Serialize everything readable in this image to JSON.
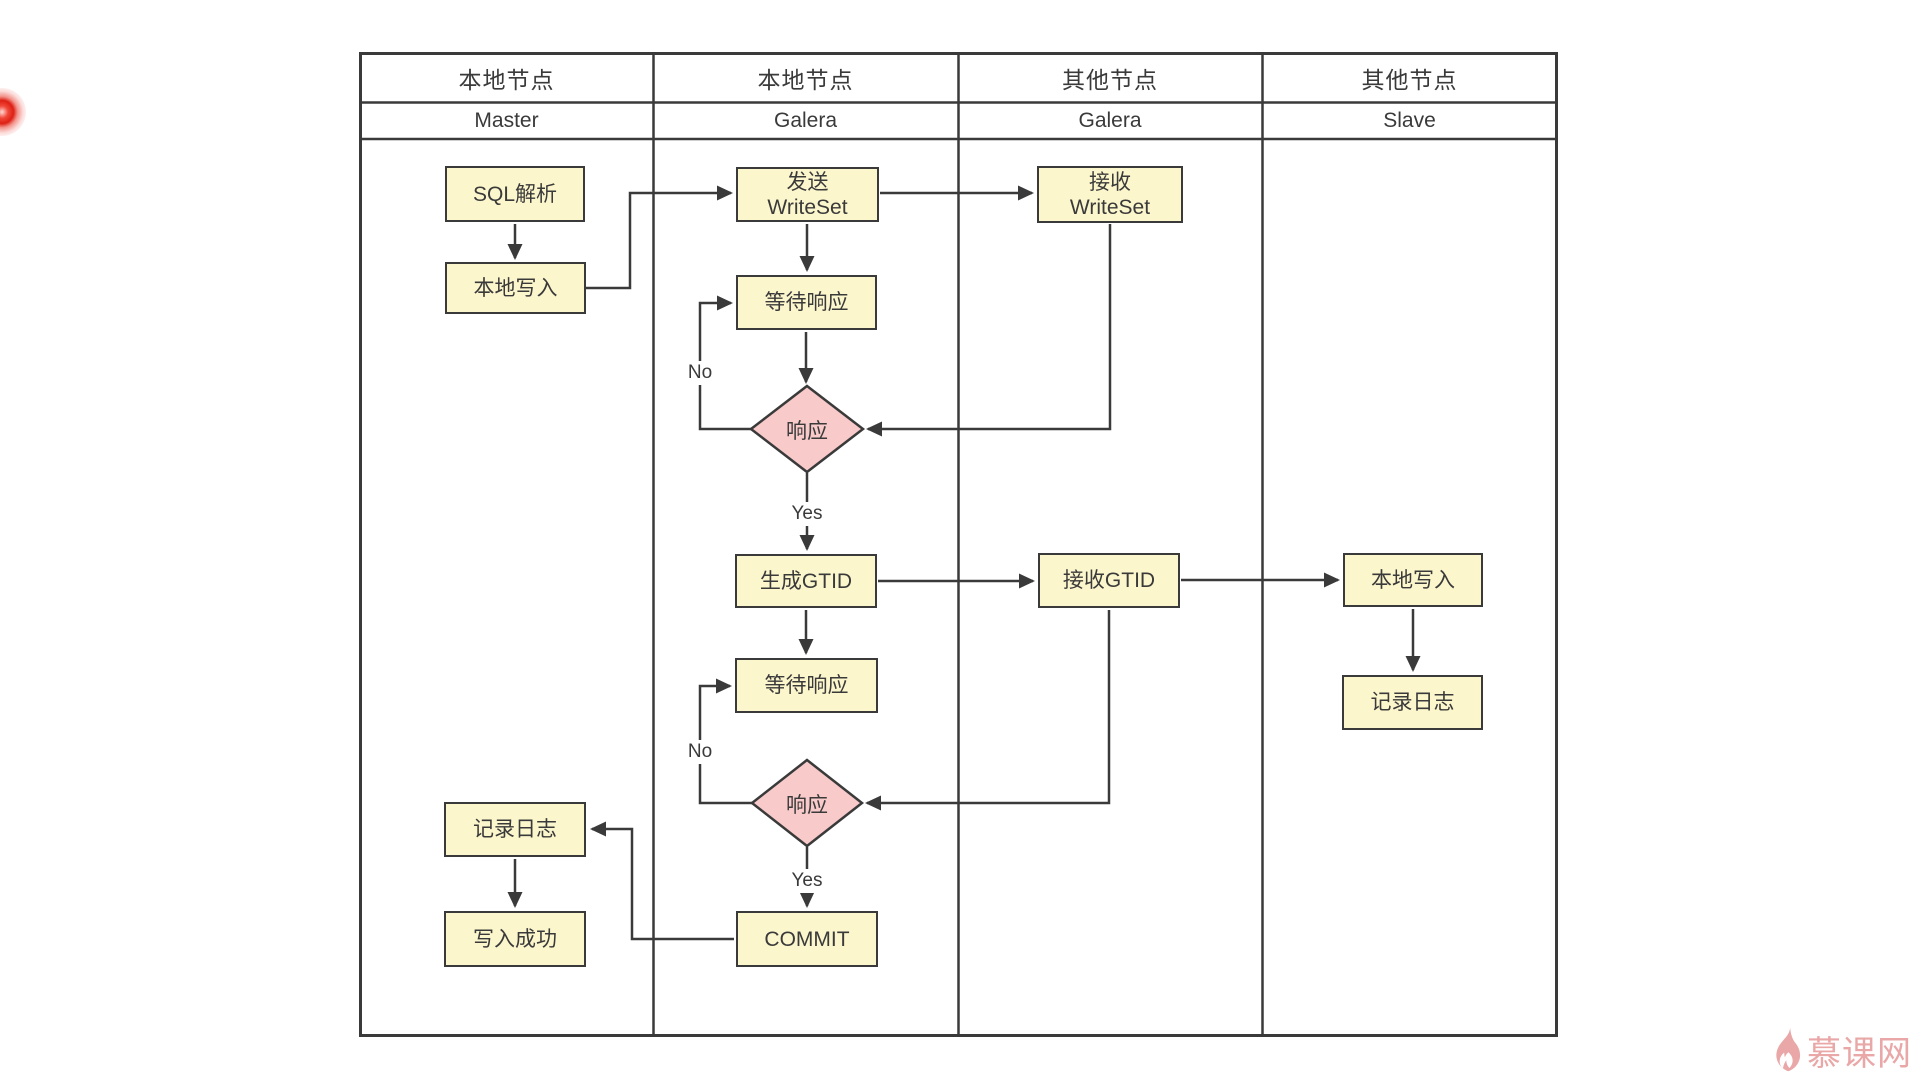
{
  "lanes": [
    {
      "title": "本地节点",
      "subtitle": "Master"
    },
    {
      "title": "本地节点",
      "subtitle": "Galera"
    },
    {
      "title": "其他节点",
      "subtitle": "Galera"
    },
    {
      "title": "其他节点",
      "subtitle": "Slave"
    }
  ],
  "nodes": {
    "sql_parse": {
      "label": "SQL解析"
    },
    "local_write_master": {
      "label": "本地写入"
    },
    "send_writeset": {
      "label_line1": "发送",
      "label_line2": "WriteSet"
    },
    "recv_writeset": {
      "label_line1": "接收",
      "label_line2": "WriteSet"
    },
    "wait_resp_1": {
      "label": "等待响应"
    },
    "resp_1": {
      "label": "响应"
    },
    "gen_gtid": {
      "label": "生成GTID"
    },
    "recv_gtid": {
      "label": "接收GTID"
    },
    "local_write_slave": {
      "label": "本地写入"
    },
    "log_slave": {
      "label": "记录日志"
    },
    "wait_resp_2": {
      "label": "等待响应"
    },
    "resp_2": {
      "label": "响应"
    },
    "log_master": {
      "label": "记录日志"
    },
    "write_success": {
      "label": "写入成功"
    },
    "commit": {
      "label": "COMMIT"
    }
  },
  "edge_labels": {
    "no1": "No",
    "yes1": "Yes",
    "no2": "No",
    "yes2": "Yes"
  },
  "watermark": {
    "text": "慕课网"
  },
  "colors": {
    "line": "#3a3a3a",
    "box_fill": "#fcf6cd",
    "diamond_fill": "#f8caca",
    "watermark_pink": "#e9a7a7",
    "pointer_red": "#dd2013",
    "background": "#ffffff"
  }
}
